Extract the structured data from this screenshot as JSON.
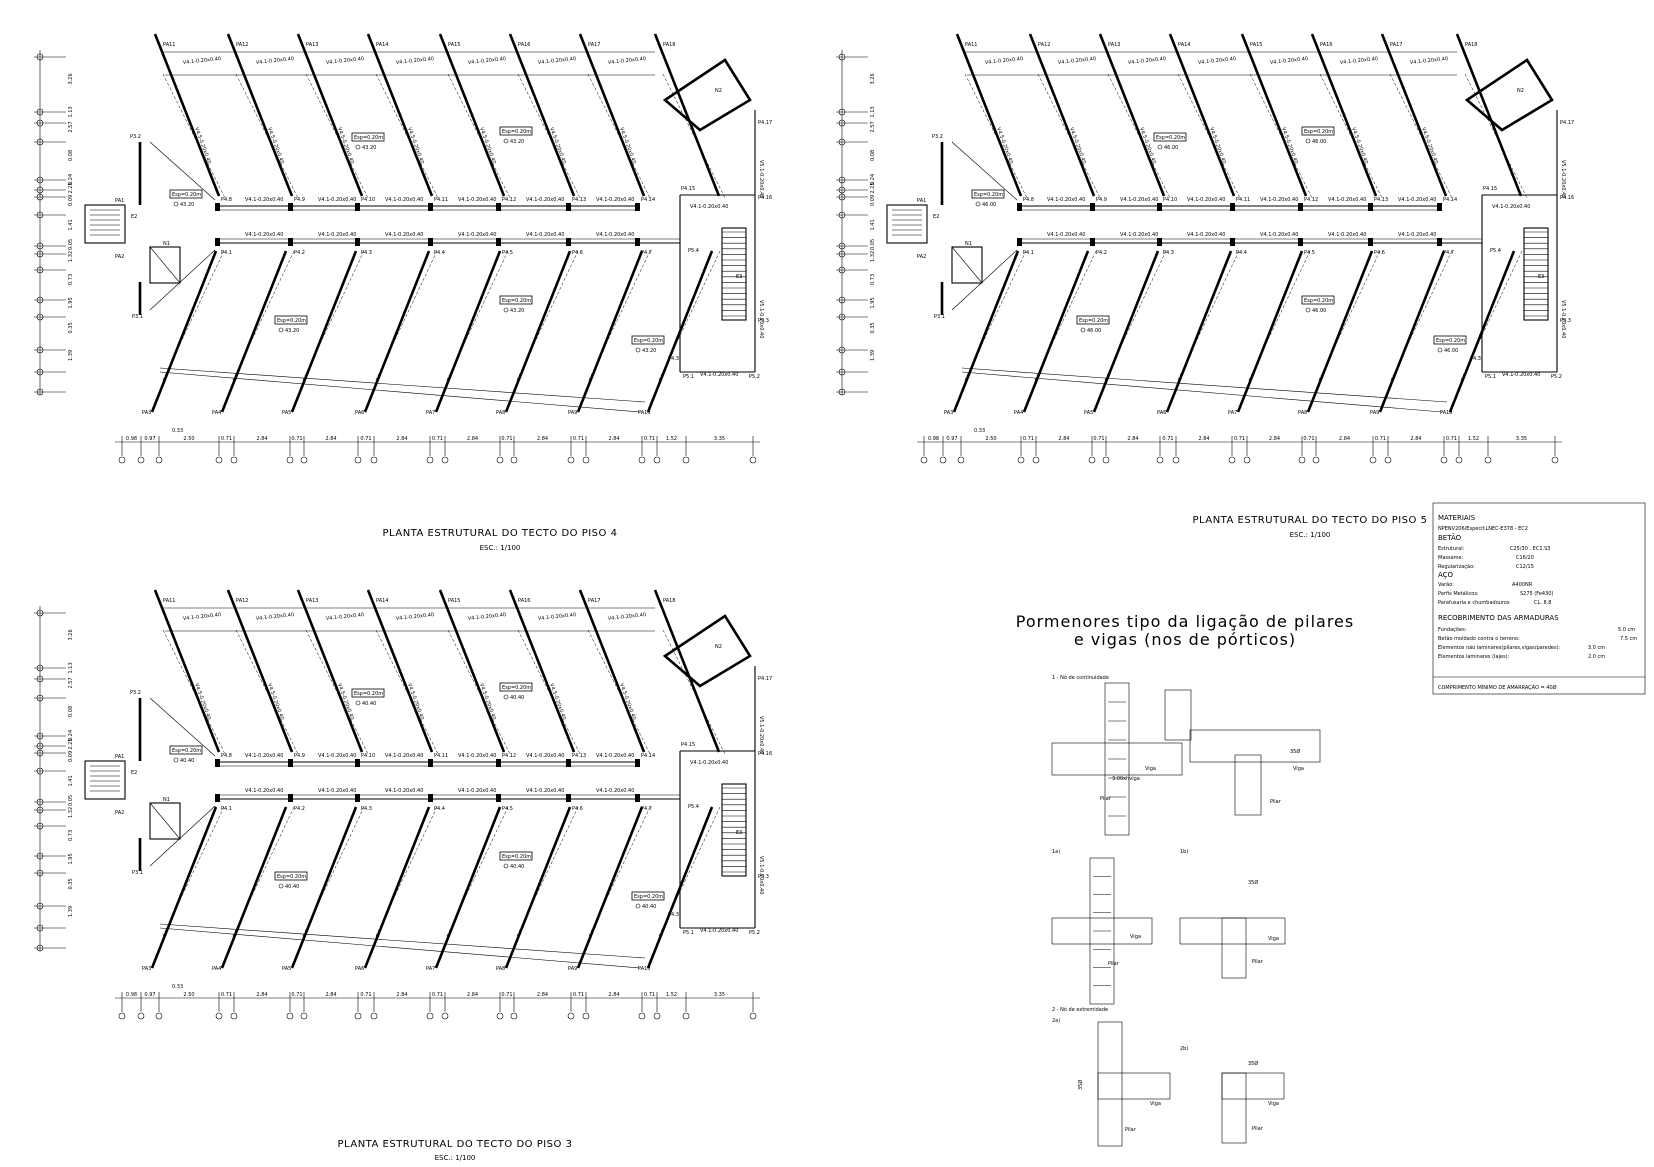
{
  "plans": [
    {
      "id": "piso4",
      "title": "PLANTA ESTRUTURAL DO TECTO DO PISO 4",
      "scale": "ESC.: 1/100",
      "level": "43.20",
      "slab": "Esp=0.20m"
    },
    {
      "id": "piso5",
      "title": "PLANTA ESTRUTURAL DO TECTO DO PISO 5",
      "scale": "ESC.: 1/100",
      "level": "46.00",
      "slab": "Esp=0.20m"
    },
    {
      "id": "piso3",
      "title": "PLANTA ESTRUTURAL DO TECTO DO PISO 3",
      "scale": "ESC.: 1/100",
      "level": "40.40",
      "slab": "Esp=0.20m"
    }
  ],
  "labels": {
    "upper_pillars": [
      "PA11",
      "PA12",
      "PA13",
      "PA14",
      "PA15",
      "PA16",
      "PA17",
      "PA18"
    ],
    "lower_pillars": [
      "PA3",
      "PA4",
      "PA5",
      "PA6",
      "PA7",
      "PA8",
      "PA9",
      "PA10"
    ],
    "row1": [
      "P4.8",
      "P4.9",
      "P4.10",
      "P4.11",
      "P4.12",
      "P4.13",
      "P4.14"
    ],
    "row2": [
      "P4.1",
      "P4.2",
      "P4.3",
      "P4.4",
      "P4.5",
      "P4.6",
      "P4.7"
    ],
    "misc": {
      "p32": "P3.2",
      "p31": "P3.1",
      "pa1": "PA1",
      "pa2": "PA2",
      "e2": "E2",
      "n1": "N1",
      "n2": "N2",
      "e3": "E3",
      "p415": "P4.15",
      "p416": "P4.16",
      "p417": "P4.17",
      "p54": "P5.4",
      "p53": "P5.3",
      "p51": "P5.1",
      "p52": "P5.2",
      "p43": "P4.3"
    },
    "beam": "V4.1-0.20x0.40",
    "beam_inclined": "V4.5-0.20x0.40",
    "beam_side": "V5.1-0.20x0.40"
  },
  "dims_bottom": [
    "0.98",
    "0.97",
    "2.50",
    "0.71",
    "2.84",
    "0.71",
    "2.84",
    "0.71",
    "2.84",
    "0.71",
    "2.84",
    "0.71",
    "2.84",
    "0.71",
    "2.84",
    "0.71",
    "1.52",
    "3.35"
  ],
  "dim_top_small": "0.33",
  "dims_left": [
    "3.26",
    "1.13",
    "2.57",
    "0.08",
    "0.24",
    "2.25",
    "0.09",
    "1.41",
    "0.05",
    "1.32",
    "0.73",
    "1.95",
    "0.35",
    "1.39"
  ],
  "materials": {
    "heading": "MATERIAIS",
    "norm": "NPENV206/Especif.LNEC-E378 - EC2",
    "betao": "BETÃO",
    "rows": [
      {
        "k": "Estrutural:",
        "v": "C25/30 . EC1.S3"
      },
      {
        "k": "Massame:",
        "v": "C16/20"
      },
      {
        "k": "Regularização:",
        "v": "C12/15"
      }
    ],
    "aco": "AÇO",
    "rows2": [
      {
        "k": "Varão:",
        "v": "A400NR"
      },
      {
        "k": "Perfis Metálicos:",
        "v": "S275 (Fe430)"
      },
      {
        "k": "Parafusaria e chumbadouros",
        "v": "CL. 8.8"
      }
    ],
    "cover_heading": "RECOBRIMENTO DAS ARMADURAS",
    "cover": [
      {
        "k": "Fundações:",
        "v": "5.0 cm"
      },
      {
        "k": "Betão moldado contra o terreno:",
        "v": "7.5 cm"
      },
      {
        "k": "Elementos não laminares(pilares,vigas/paredes):",
        "v": "3.0 cm"
      },
      {
        "k": "Elementos laminares (lajes):",
        "v": "2.0 cm"
      }
    ],
    "anchorage": "COMPRIMENTO MÍNIMO DE AMARRAÇÃO = 40Ø"
  },
  "details": {
    "title1": "Pormenores tipo da ligação de pilares",
    "title2": "e vigas (nos de pórticos)",
    "n1": "1 - Nó de continuidade",
    "n2": "2 - Nó de extremidade",
    "a1": "1a)",
    "b1": "1b)",
    "a2": "2a)",
    "b2": "2b)",
    "pilar": "Pilar",
    "viga": "Viga",
    "len35": "35Ø",
    "len100": "3.00xhviga"
  }
}
